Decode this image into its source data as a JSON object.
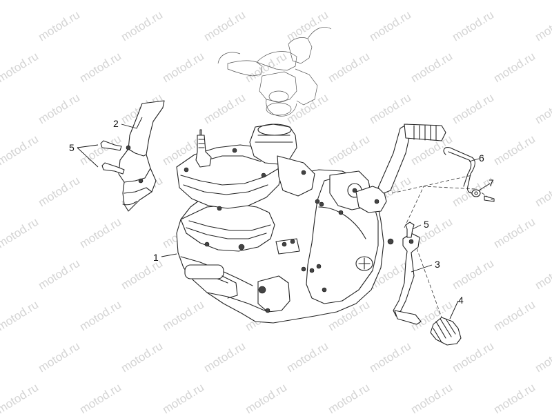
{
  "diagram": {
    "watermark": "motod.ru",
    "callouts": {
      "c1": "1",
      "c2": "2",
      "c3": "3",
      "c4": "4",
      "c5_left": "5",
      "c5_right": "5",
      "c6": "6",
      "c7": "7"
    }
  }
}
